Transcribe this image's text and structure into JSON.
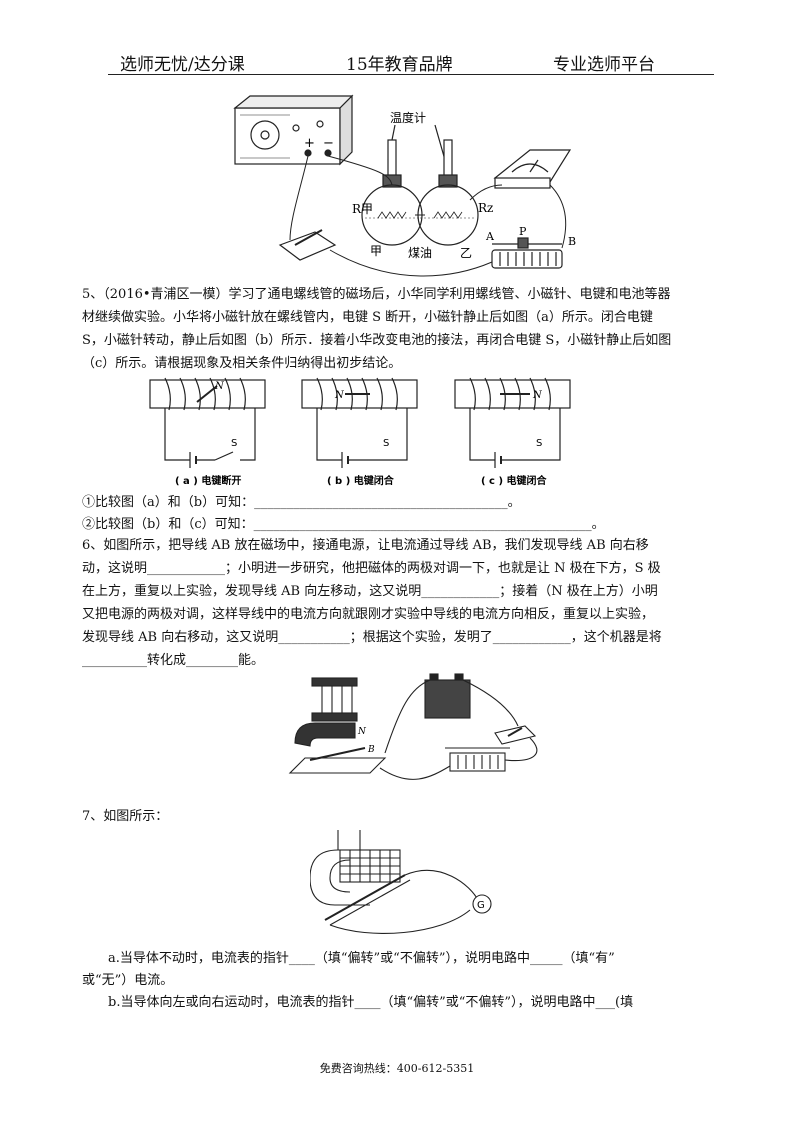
{
  "header": {
    "left": "选师无忧/达分课",
    "center": "15年教育品牌",
    "right": "专业选师平台"
  },
  "figure1": {
    "thermometer": "温度计",
    "r_jia": "R甲",
    "r_yi": "Rz",
    "jia": "甲",
    "yi": "乙",
    "oil": "煤油",
    "a": "A",
    "p": "P",
    "b": "B",
    "plus": "+",
    "minus": "−"
  },
  "q5": {
    "lines": [
      "5、（2016•青浦区一模）学习了通电螺线管的磁场后，小华同学利用螺线管、小磁针、电键和电池等器",
      "材继续做实验。小华将小磁针放在螺线管内，电键 S 断开，小磁针静止后如图（a）所示。闭合电键",
      "S，小磁针转动，静止后如图（b）所示．接着小华改变电池的接法，再闭合电键 S，小磁针静止后如图",
      "（c）所示。请根据现象及相关条件归纳得出初步结论。"
    ],
    "panels": [
      {
        "caption": "( a ) 电键断开",
        "n": "N",
        "s": "S"
      },
      {
        "caption": "( b ) 电键闭合",
        "n": "N",
        "s": "S"
      },
      {
        "caption": "( c ) 电键闭合",
        "n": "N",
        "s": "S"
      }
    ],
    "compare1": "①比较图（a）和（b）可知：_______________________________________。",
    "compare2": "②比较图（b）和（c）可知：____________________________________________________。"
  },
  "q6": {
    "lines": [
      "6、如图所示，把导线    AB 放在磁场中，接通电源，让电流通过导线    AB，我们发现导线 AB 向右移",
      "动，这说明____________；小明进一步研究，他把磁体的两极对调一下，也就是让 N 极在下方，S 极",
      "在上方，重复以上实验，发现导线 AB 向左移动，这又说明____________；接着（N 极在上方）小明",
      "又把电源的两极对调，这样导线中的电流方向就跟刚才实验中导线的电流方向相反，重复以上实验，",
      "发现导线 AB 向右移动，这又说明___________；根据这个实验，发明了____________，这个机器是将",
      "__________转化成________能。"
    ],
    "label_n": "N",
    "label_b": "B"
  },
  "q7": {
    "title": "7、如图所示：",
    "meter": "G",
    "a_line1": "a.当导体不动时，电流表的指针____（填“偏转”或“不偏转”），说明电路中_____（填“有”",
    "a_line2": "或“无”）电流。",
    "b_line1": "b.当导体向左或向右运动时，电流表的指针____（填“偏转”或“不偏转”），说明电路中___(填"
  },
  "footer": "免费咨询热线：400-612-5351"
}
